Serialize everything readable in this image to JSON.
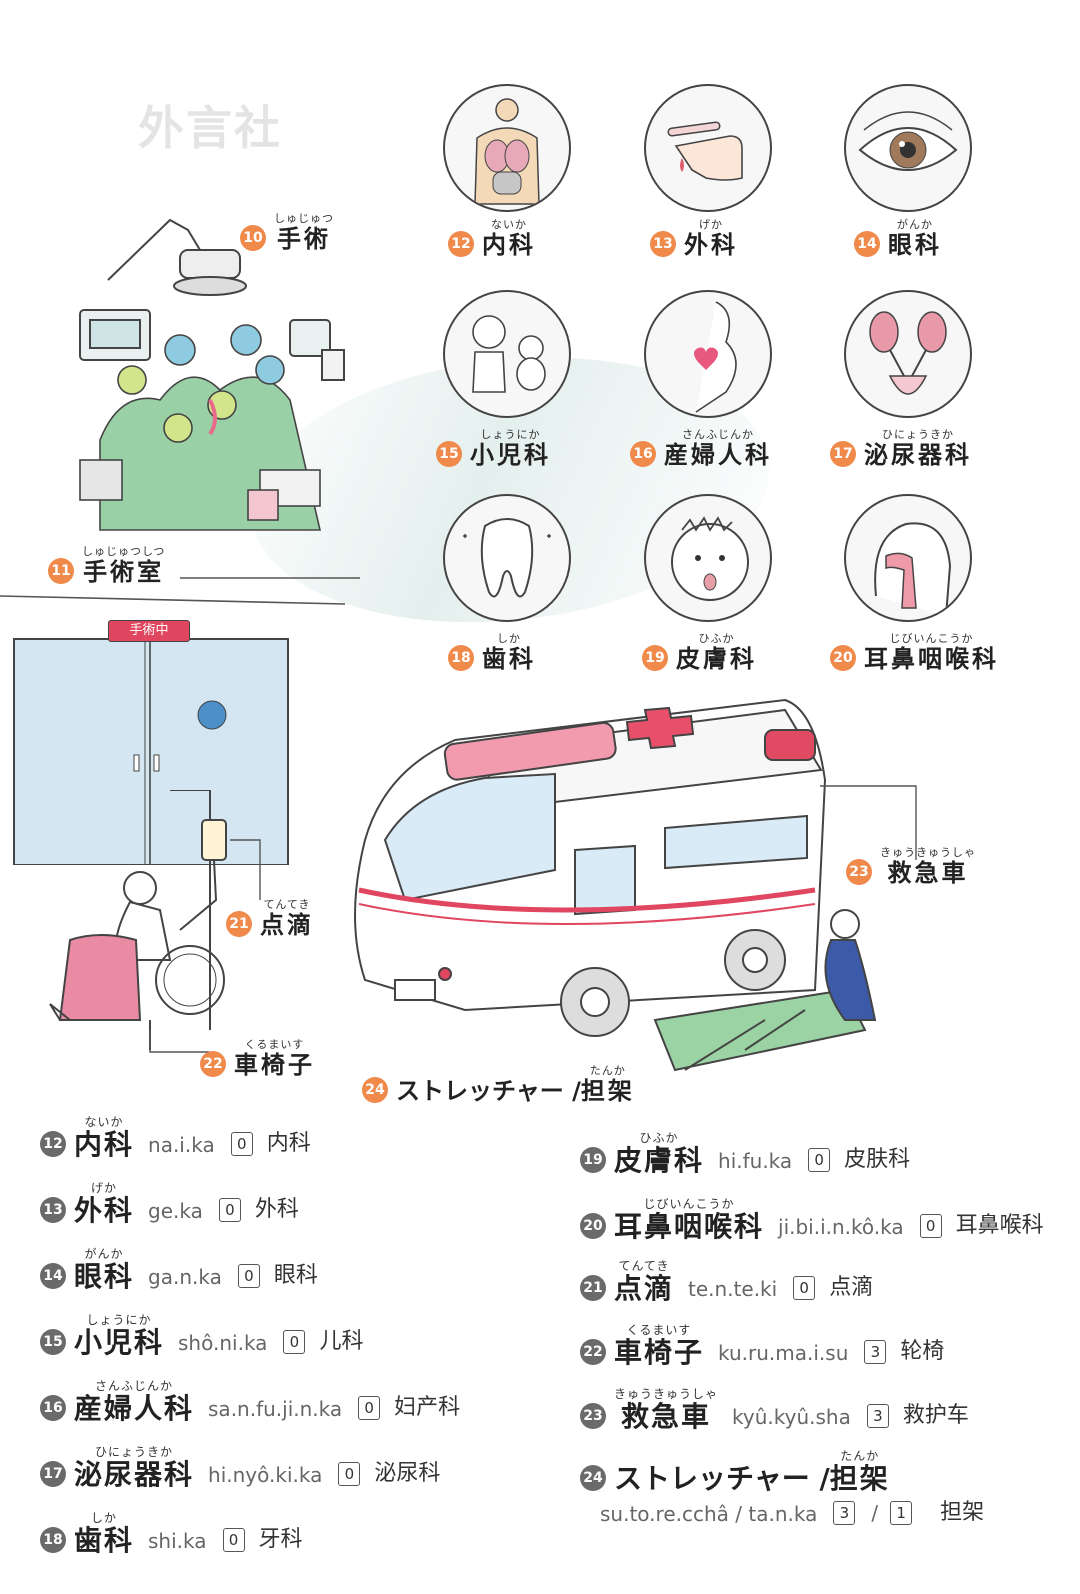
{
  "watermark": "外言社",
  "labels": {
    "l10": {
      "num": "10",
      "ruby": "しゅじゅつ",
      "word": "手術"
    },
    "l11": {
      "num": "11",
      "ruby": "しゅじゅつしつ",
      "word": "手術室"
    },
    "l12": {
      "num": "12",
      "ruby": "ないか",
      "word": "内科"
    },
    "l13": {
      "num": "13",
      "ruby": "げか",
      "word": "外科"
    },
    "l14": {
      "num": "14",
      "ruby": "がんか",
      "word": "眼科"
    },
    "l15": {
      "num": "15",
      "ruby": "しょうにか",
      "word": "小児科"
    },
    "l16": {
      "num": "16",
      "ruby": "さんふじんか",
      "word": "産婦人科"
    },
    "l17": {
      "num": "17",
      "ruby": "ひにょうきか",
      "word": "泌尿器科"
    },
    "l18": {
      "num": "18",
      "ruby": "しか",
      "word": "歯科"
    },
    "l19": {
      "num": "19",
      "ruby": "ひふか",
      "word": "皮膚科"
    },
    "l20": {
      "num": "20",
      "ruby": "じびいんこうか",
      "word": "耳鼻咽喉科"
    },
    "l21": {
      "num": "21",
      "ruby": "てんてき",
      "word": "点滴"
    },
    "l22": {
      "num": "22",
      "ruby": "くるまいす",
      "word": "車椅子"
    },
    "l23": {
      "num": "23",
      "ruby": "きゅうきゅうしゃ",
      "word": "救急車"
    },
    "l24": {
      "num": "24",
      "prefix": "ストレッチャー / ",
      "ruby": "たんか",
      "word": "担架"
    }
  },
  "door_sign": "手術中",
  "vocab_left": [
    {
      "num": "12",
      "ruby": "ないか",
      "word": "内科",
      "romaji": "na.i.ka",
      "accent": "0",
      "zh": "内科"
    },
    {
      "num": "13",
      "ruby": "げか",
      "word": "外科",
      "romaji": "ge.ka",
      "accent": "0",
      "zh": "外科"
    },
    {
      "num": "14",
      "ruby": "がんか",
      "word": "眼科",
      "romaji": "ga.n.ka",
      "accent": "0",
      "zh": "眼科"
    },
    {
      "num": "15",
      "ruby": "しょうにか",
      "word": "小児科",
      "romaji": "shô.ni.ka",
      "accent": "0",
      "zh": "儿科"
    },
    {
      "num": "16",
      "ruby": "さんふじんか",
      "word": "産婦人科",
      "romaji": "sa.n.fu.ji.n.ka",
      "accent": "0",
      "zh": "妇产科"
    },
    {
      "num": "17",
      "ruby": "ひにょうきか",
      "word": "泌尿器科",
      "romaji": "hi.nyô.ki.ka",
      "accent": "0",
      "zh": "泌尿科"
    },
    {
      "num": "18",
      "ruby": "しか",
      "word": "歯科",
      "romaji": "shi.ka",
      "accent": "0",
      "zh": "牙科"
    }
  ],
  "vocab_right": [
    {
      "num": "19",
      "ruby": "ひふか",
      "word": "皮膚科",
      "romaji": "hi.fu.ka",
      "accent": "0",
      "zh": "皮肤科"
    },
    {
      "num": "20",
      "ruby": "じびいんこうか",
      "word": "耳鼻咽喉科",
      "romaji": "ji.bi.i.n.kô.ka",
      "accent": "0",
      "zh": "耳鼻喉科"
    },
    {
      "num": "21",
      "ruby": "てんてき",
      "word": "点滴",
      "romaji": "te.n.te.ki",
      "accent": "0",
      "zh": "点滴"
    },
    {
      "num": "22",
      "ruby": "くるまいす",
      "word": "車椅子",
      "romaji": "ku.ru.ma.i.su",
      "accent": "3",
      "zh": "轮椅"
    },
    {
      "num": "23",
      "ruby": "きゅうきゅうしゃ",
      "word": "救急車",
      "romaji": "kyû.kyû.sha",
      "accent": "3",
      "zh": "救护车"
    }
  ],
  "vocab_24": {
    "num": "24",
    "prefix": "ストレッチャー / ",
    "ruby": "たんか",
    "word": "担架",
    "romaji": "su.to.re.cchâ / ta.n.ka",
    "accent_a": "3",
    "accent_b": "1",
    "zh": "担架"
  }
}
